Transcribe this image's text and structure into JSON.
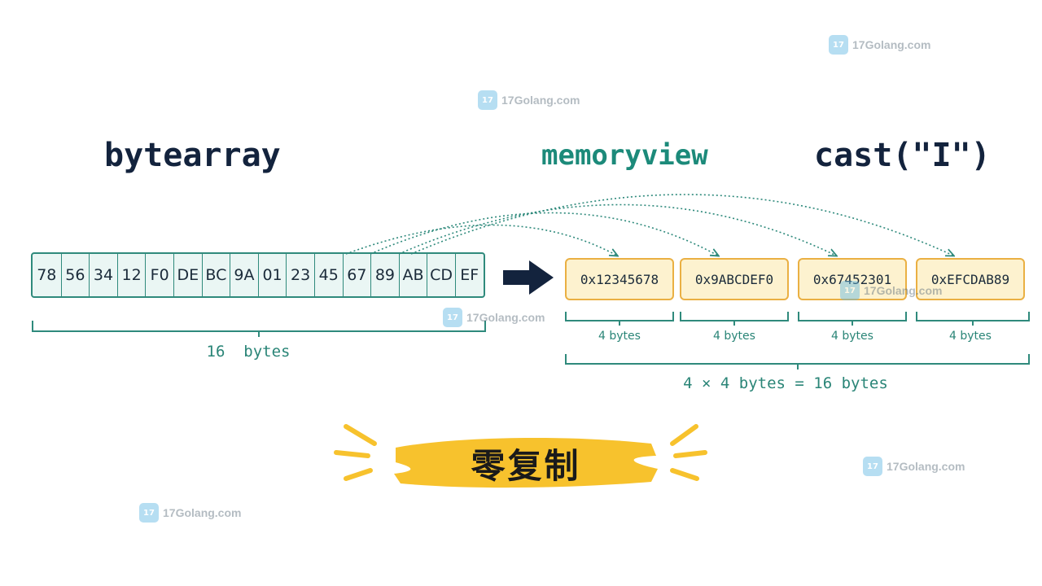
{
  "titles": {
    "left": "bytearray",
    "middle": "memoryview",
    "right": "cast(\"I\")"
  },
  "bytes": [
    "78",
    "56",
    "34",
    "12",
    "F0",
    "DE",
    "BC",
    "9A",
    "01",
    "23",
    "45",
    "67",
    "89",
    "AB",
    "CD",
    "EF"
  ],
  "bytes_total_label": "16  bytes",
  "words": [
    "0x12345678",
    "0x9ABCDEF0",
    "0x67452301",
    "0xEFCDAB89"
  ],
  "word_size_label": "4 bytes",
  "total_equation": "4 × 4 bytes = 16 bytes",
  "badge_text": "零复制",
  "watermark_text": "17Golang.com",
  "watermark_logo_glyph": "17",
  "colors": {
    "title_dark": "#13233d",
    "title_teal": "#1c8a7a",
    "teal": "#2f8a7c",
    "byte_fill": "#eaf6f4",
    "word_border": "#eab043",
    "word_fill": "#fdf2cf",
    "highlight_yellow": "#f7c22d",
    "arrow_dark": "#13233d"
  },
  "icons": [
    "arrow-right-icon",
    "logo-icon"
  ]
}
